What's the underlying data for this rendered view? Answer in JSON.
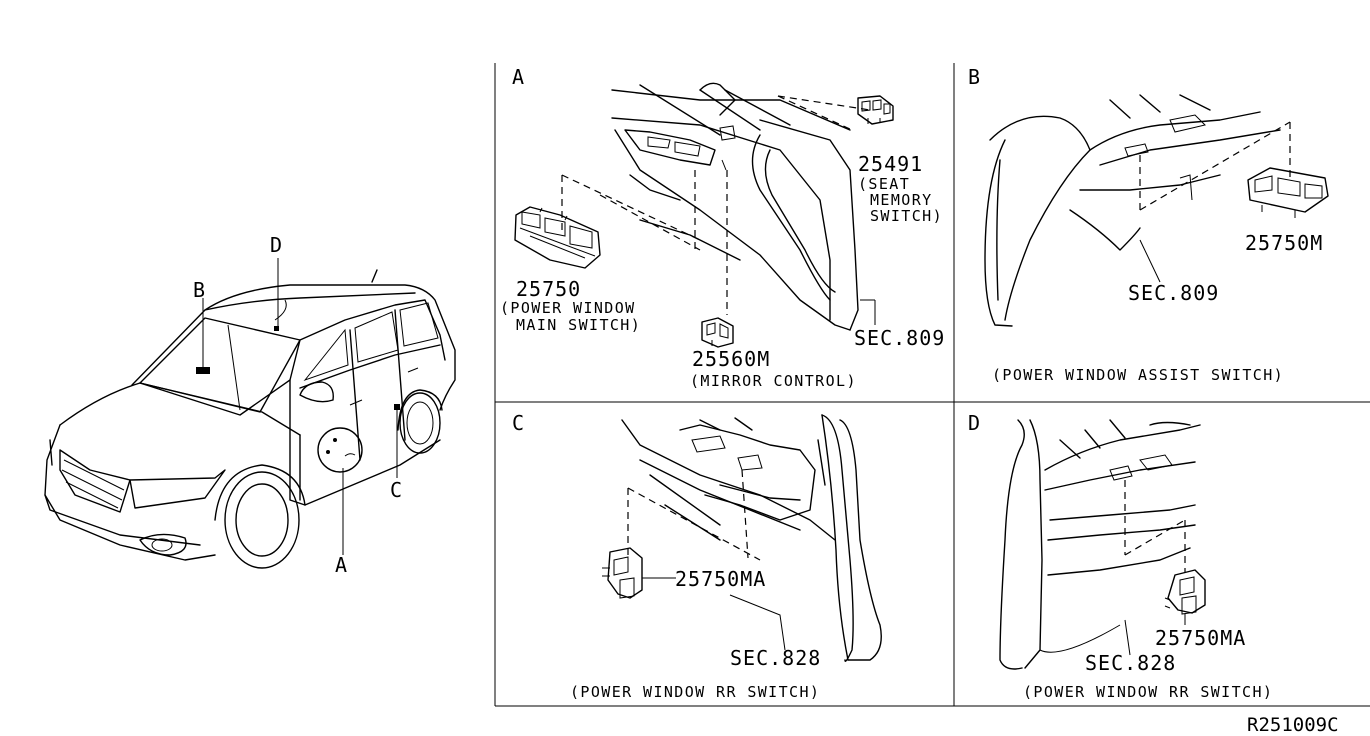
{
  "vehicle": {
    "callouts": {
      "a": "A",
      "b": "B",
      "c": "C",
      "d": "D"
    }
  },
  "panel_a": {
    "letter": "A",
    "part_seat": "25491",
    "seat_caption": [
      "(SEAT",
      "MEMORY",
      "SWITCH)"
    ],
    "part_main": "25750",
    "main_caption": [
      "(POWER WINDOW",
      "MAIN SWITCH)"
    ],
    "part_mirror": "25560M",
    "mirror_caption": "(MIRROR CONTROL)",
    "sec": "SEC.809"
  },
  "panel_b": {
    "letter": "B",
    "part": "25750M",
    "sec": "SEC.809",
    "caption": "(POWER WINDOW ASSIST SWITCH)"
  },
  "panel_c": {
    "letter": "C",
    "part": "25750MA",
    "sec": "SEC.828",
    "caption": "(POWER WINDOW RR SWITCH)"
  },
  "panel_d": {
    "letter": "D",
    "part": "25750MA",
    "sec": "SEC.828",
    "caption": "(POWER WINDOW RR SWITCH)"
  },
  "diagram_code": "R251009C"
}
